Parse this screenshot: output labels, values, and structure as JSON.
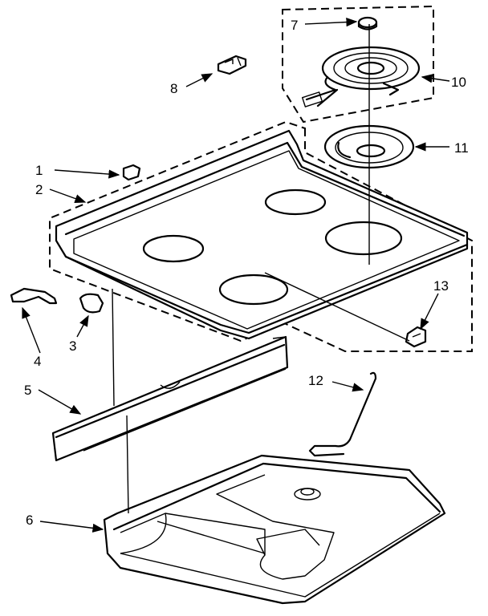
{
  "callouts": [
    {
      "id": "c1",
      "label": "1"
    },
    {
      "id": "c2",
      "label": "2"
    },
    {
      "id": "c3",
      "label": "3"
    },
    {
      "id": "c4",
      "label": "4"
    },
    {
      "id": "c5",
      "label": "5"
    },
    {
      "id": "c6",
      "label": "6"
    },
    {
      "id": "c7",
      "label": "7"
    },
    {
      "id": "c8",
      "label": "8"
    },
    {
      "id": "c10",
      "label": "10"
    },
    {
      "id": "c11",
      "label": "11"
    },
    {
      "id": "c12",
      "label": "12"
    },
    {
      "id": "c13",
      "label": "13"
    }
  ]
}
